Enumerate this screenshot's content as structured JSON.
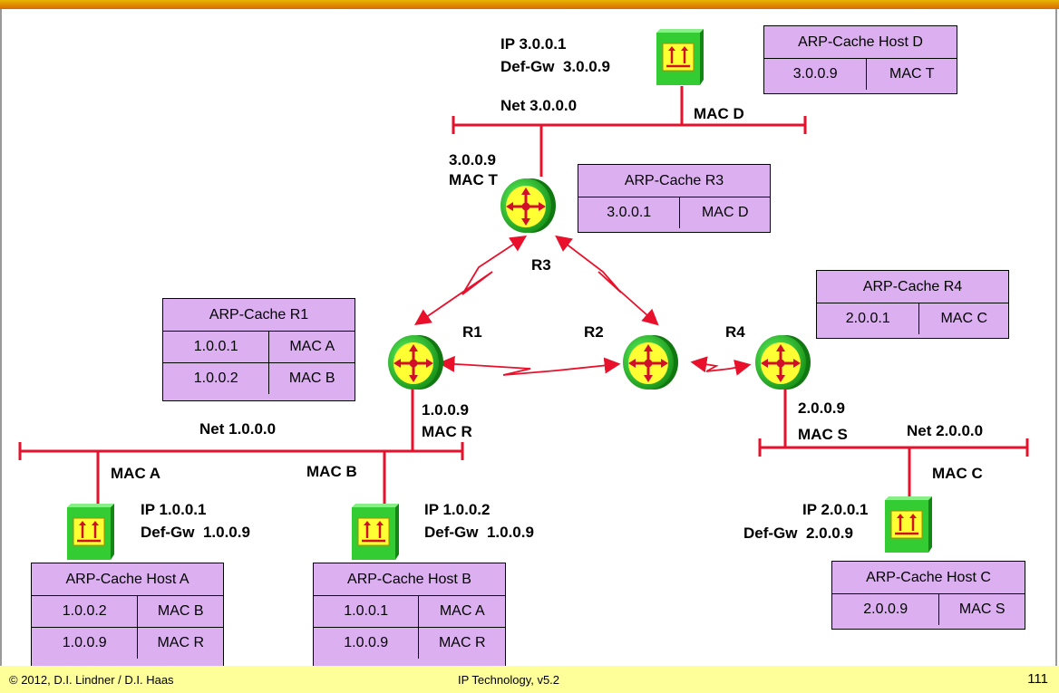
{
  "footer": {
    "copyright": "© 2012, D.I. Lindner / D.I. Haas",
    "course": "IP Technology, v5.2",
    "page": "111"
  },
  "networks": {
    "net3": "Net 3.0.0.0",
    "net1": "Net 1.0.0.0",
    "net2": "Net 2.0.0.0"
  },
  "routers": {
    "r1": "R1",
    "r2": "R2",
    "r3": "R3",
    "r4": "R4"
  },
  "interfaces": {
    "r3_ip": "3.0.0.9",
    "r3_mac": "MAC T",
    "r1_ip": "1.0.0.9",
    "r1_mac": "MAC R",
    "r4_ip": "2.0.0.9",
    "r4_mac": "MAC S"
  },
  "hosts": {
    "d": {
      "ip": "IP 3.0.0.1",
      "gw": "Def-Gw  3.0.0.9",
      "mac": "MAC D"
    },
    "a": {
      "ip": "IP 1.0.0.1",
      "gw": "Def-Gw  1.0.0.9",
      "mac": "MAC A"
    },
    "b": {
      "ip": "IP 1.0.0.2",
      "gw": "Def-Gw  1.0.0.9",
      "mac": "MAC B"
    },
    "c": {
      "ip": "IP 2.0.0.1",
      "gw": "Def-Gw  2.0.0.9",
      "mac": "MAC C"
    }
  },
  "caches": {
    "host_d": {
      "title": "ARP-Cache Host D",
      "rows": [
        [
          "3.0.0.9",
          "MAC T"
        ]
      ]
    },
    "r3": {
      "title": "ARP-Cache R3",
      "rows": [
        [
          "3.0.0.1",
          "MAC D"
        ]
      ]
    },
    "r4": {
      "title": "ARP-Cache R4",
      "rows": [
        [
          "2.0.0.1",
          "MAC C"
        ]
      ]
    },
    "r1": {
      "title": "ARP-Cache R1",
      "rows": [
        [
          "1.0.0.1",
          "MAC A"
        ],
        [
          "1.0.0.2",
          "MAC B"
        ]
      ]
    },
    "host_a": {
      "title": "ARP-Cache Host A",
      "rows": [
        [
          "1.0.0.2",
          "MAC B"
        ],
        [
          "1.0.0.9",
          "MAC R"
        ]
      ]
    },
    "host_b": {
      "title": "ARP-Cache Host B",
      "rows": [
        [
          "1.0.0.1",
          "MAC A"
        ],
        [
          "1.0.0.9",
          "MAC R"
        ]
      ]
    },
    "host_c": {
      "title": "ARP-Cache Host C",
      "rows": [
        [
          "2.0.0.9",
          "MAC S"
        ]
      ]
    }
  },
  "colors": {
    "line": "#e8102a",
    "cache_fill": "#dcb0f0",
    "router_green": "#22bb22",
    "router_yellow": "#ffff33",
    "host_green": "#33cc33",
    "footer_bg": "#ffff99"
  }
}
